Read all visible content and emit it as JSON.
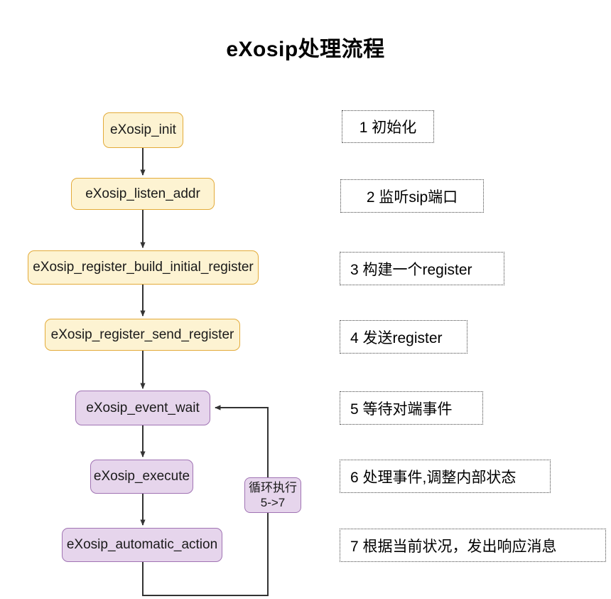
{
  "title": "eXosip处理流程",
  "colors": {
    "node_yellow_fill": "#fdf3d2",
    "node_yellow_border": "#e3ab3a",
    "node_purple_fill": "#e6d5ec",
    "node_purple_border": "#a073b3",
    "edge": "#333333",
    "note_border": "#444444",
    "text": "#1a1a1a",
    "background": "#ffffff"
  },
  "flow": {
    "nodes": [
      {
        "id": "exosip_init",
        "label": "eXosip_init",
        "style": "yellow"
      },
      {
        "id": "exosip_listen_addr",
        "label": "eXosip_listen_addr",
        "style": "yellow"
      },
      {
        "id": "exosip_register_build_initial_register",
        "label": "eXosip_register_build_initial_register",
        "style": "yellow"
      },
      {
        "id": "exosip_register_send_register",
        "label": "eXosip_register_send_register",
        "style": "yellow"
      },
      {
        "id": "exosip_event_wait",
        "label": "eXosip_event_wait",
        "style": "purple"
      },
      {
        "id": "exosip_execute",
        "label": "eXosip_execute",
        "style": "purple"
      },
      {
        "id": "exosip_automatic_action",
        "label": "eXosip_automatic_action",
        "style": "purple"
      }
    ],
    "loop_label": {
      "line1": "循环执行",
      "line2": "5->7"
    }
  },
  "notes": [
    {
      "id": "note-1",
      "text": "1 初始化"
    },
    {
      "id": "note-2",
      "text": "2 监听sip端口"
    },
    {
      "id": "note-3",
      "text": "3 构建一个register"
    },
    {
      "id": "note-4",
      "text": "4 发送register"
    },
    {
      "id": "note-5",
      "text": "5 等待对端事件"
    },
    {
      "id": "note-6",
      "text": "6 处理事件,调整内部状态"
    },
    {
      "id": "note-7",
      "text": "7 根据当前状况，发出响应消息"
    }
  ]
}
